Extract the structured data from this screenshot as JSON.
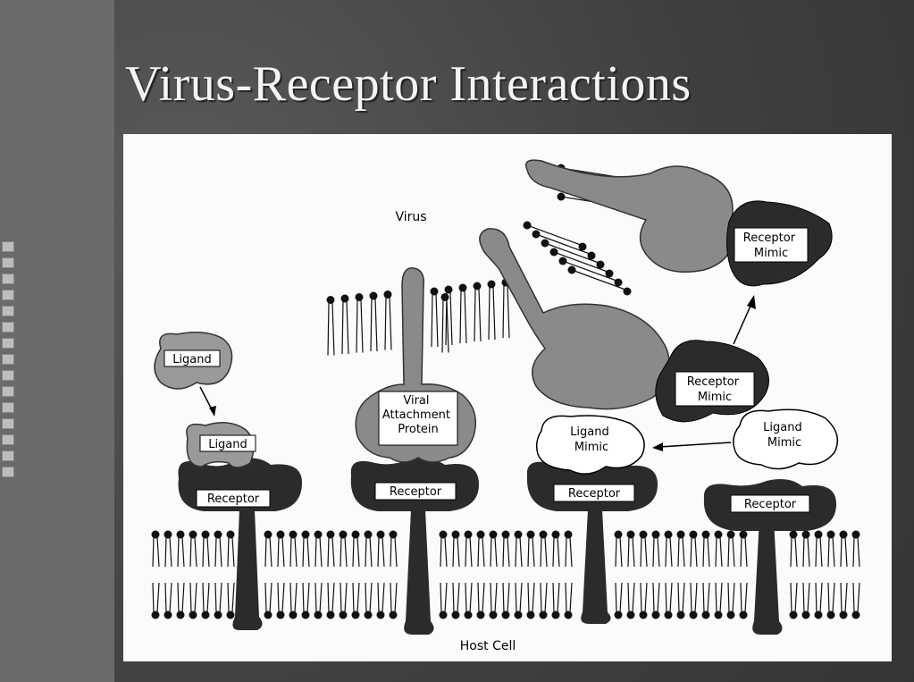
{
  "title": "Virus-Receptor Interactions",
  "labels": {
    "virus": "Virus",
    "host_cell": "Host Cell",
    "ligand_free": "Ligand",
    "ligand_bound": "Ligand",
    "receptor_1": "Receptor",
    "receptor_2": "Receptor",
    "receptor_3": "Receptor",
    "receptor_4": "Receptor",
    "vap": "Viral\nAttachment\nProtein",
    "ligand_mimic_bound": "Ligand\nMimic",
    "ligand_mimic_free": "Ligand\nMimic",
    "receptor_mimic_lower": "Receptor\nMimic",
    "receptor_mimic_upper": "Receptor\nMimic"
  },
  "colors": {
    "receptor": "#2b2b2b",
    "viral_protein": "#8a8a8a",
    "ligand": "#9a9a9a",
    "mimic_fill": "#ffffff"
  }
}
